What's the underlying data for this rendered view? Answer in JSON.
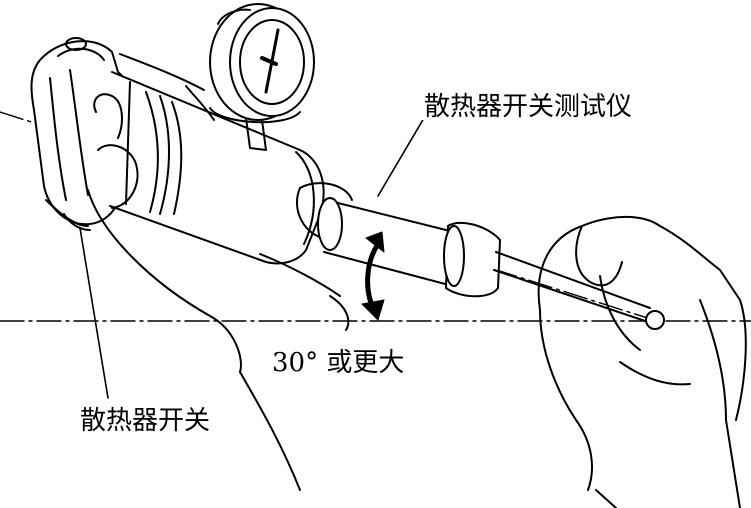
{
  "labels": {
    "tester": "散热器开关测试仪",
    "angle": "30° 或更大",
    "switch": "散热器开关"
  }
}
